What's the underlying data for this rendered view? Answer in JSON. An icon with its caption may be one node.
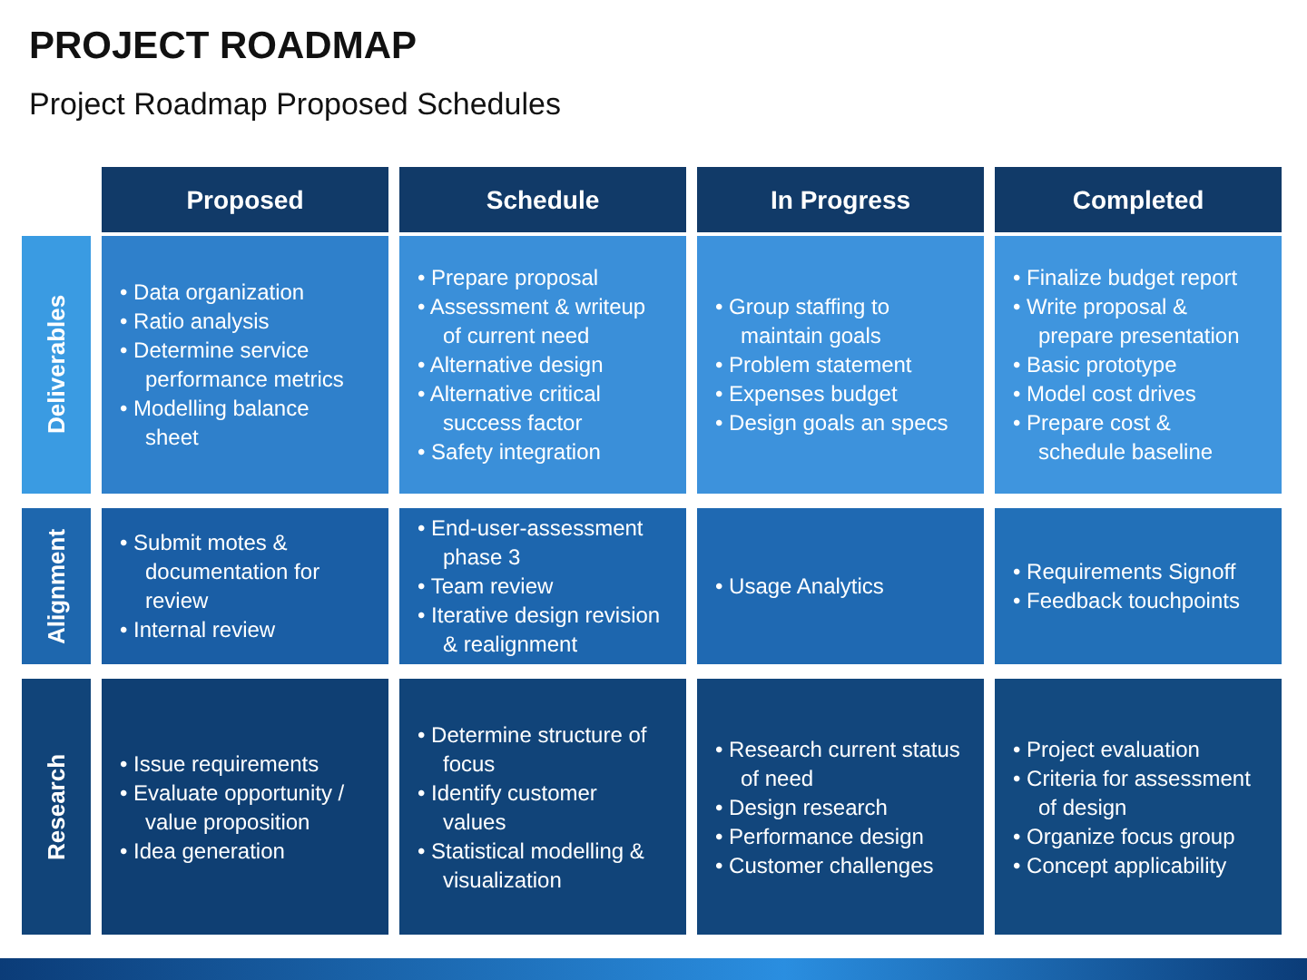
{
  "diagram": {
    "title": "PROJECT ROADMAP",
    "nodes": [
      {
        "text": [
          "Proposed"
        ]
      },
      {
        "text": [
          "Schedule"
        ]
      },
      {
        "text": [
          "In Progress"
        ]
      },
      {
        "text": [
          "Completed"
        ]
      },
      {
        "text": [
          "Deliverables"
        ]
      },
      {
        "text": [
          "• Data organization",
          "• Ratio analysis",
          "• Determine service performance metrics",
          "• Modelling balance sheet"
        ]
      },
      {
        "text": [
          "• Prepare proposal",
          "• Assessment & writeup of current need",
          "• Alternative design",
          "• Alternative critical success factor",
          "• Safety integration"
        ]
      },
      {
        "text": [
          "• Group staffing to maintain goals",
          "• Problem statement",
          "• Expenses budget",
          "• Design goals an specs"
        ]
      },
      {
        "text": [
          "• Finalize budget report",
          "• Write proposal & prepare presentation",
          "• Basic prototype",
          "• Model cost drives",
          "• Prepare cost & schedule baseline"
        ]
      },
      {
        "text": [
          "Alignment"
        ]
      },
      {
        "text": [
          "• Submit motes & documentation for review",
          "• Internal review"
        ]
      },
      {
        "text": [
          "• End-user-assessment phase 3",
          "• Team review",
          "• Iterative design revision & realignment"
        ]
      },
      {
        "text": [
          "• Usage Analytics"
        ]
      },
      {
        "text": [
          "• Requirements Signoff",
          "• Feedback touchpoints"
        ]
      },
      {
        "text": [
          "Research"
        ]
      },
      {
        "text": [
          "• Issue requirements",
          "• Evaluate opportunity / value proposition",
          "• Idea generation"
        ]
      },
      {
        "text": [
          "• Determine structure of focus",
          "• Identify customer values",
          "• Statistical modelling & visualization"
        ]
      },
      {
        "text": [
          "• Research current status of need",
          "• Design research",
          "• Performance design",
          "• Customer challenges"
        ]
      },
      {
        "text": [
          "• Project evaluation",
          "• Criteria for assessment of design",
          "• Organize focus group",
          "• Concept applicability"
        ]
      }
    ],
    "labels": [
      "Project Roadmap Proposed Schedules"
    ]
  }
}
